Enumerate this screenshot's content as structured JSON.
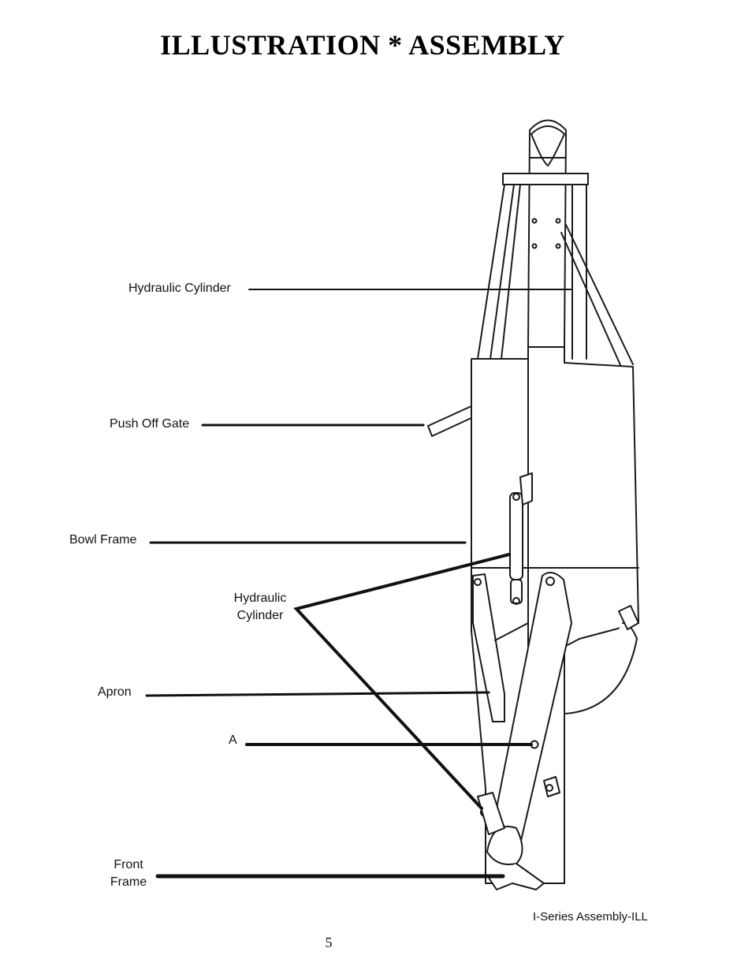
{
  "page": {
    "title": "ILLUSTRATION  *  ASSEMBLY",
    "page_number": "5",
    "caption": "I-Series Assembly-ILL"
  },
  "labels": {
    "hydraulic_cylinder_top": "Hydraulic Cylinder",
    "push_off_gate": "Push Off Gate",
    "bowl_frame": "Bowl Frame",
    "hydraulic_cylinder_lower_line1": "Hydraulic",
    "hydraulic_cylinder_lower_line2": "Cylinder",
    "apron": "Apron",
    "point_a": "A",
    "front_frame_line1": "Front",
    "front_frame_line2": "Frame"
  }
}
